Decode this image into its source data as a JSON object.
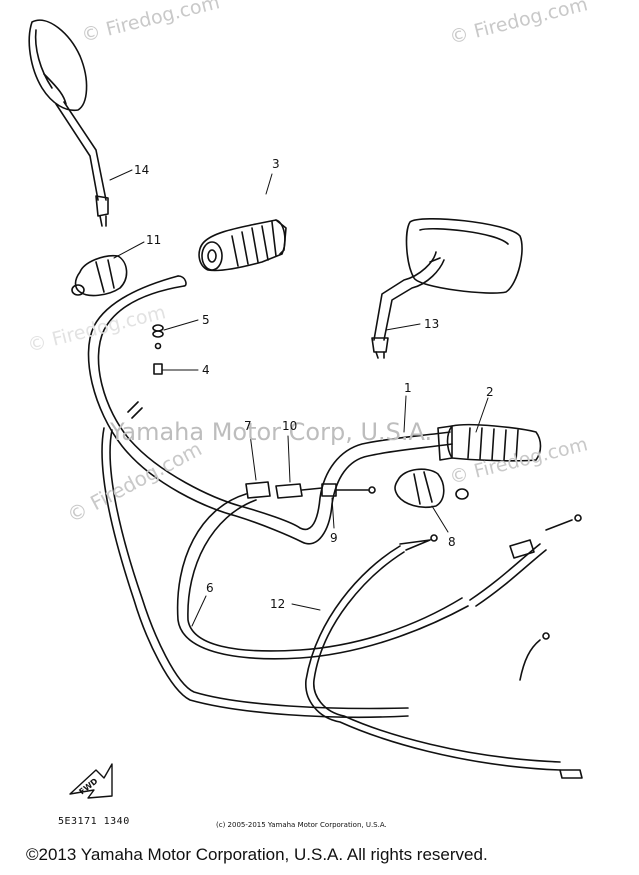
{
  "watermarks": [
    "© Firedog.com",
    "© Firedog.com",
    "© Firedog.com",
    "© Firedog.com",
    "© Firedog.com",
    "Yamaha Motor Corp, U.S.A."
  ],
  "callouts": [
    "14",
    "3",
    "11",
    "5",
    "4",
    "13",
    "1",
    "2",
    "7",
    "10",
    "9",
    "8",
    "6",
    "12"
  ],
  "fwd_label": "FWD",
  "diagram_code": "5E3171 1340",
  "small_copyright": "(c) 2005-2015 Yamaha Motor Corporation, U.S.A.",
  "footer": "©2013 Yamaha Motor Corporation, U.S.A. All rights reserved."
}
